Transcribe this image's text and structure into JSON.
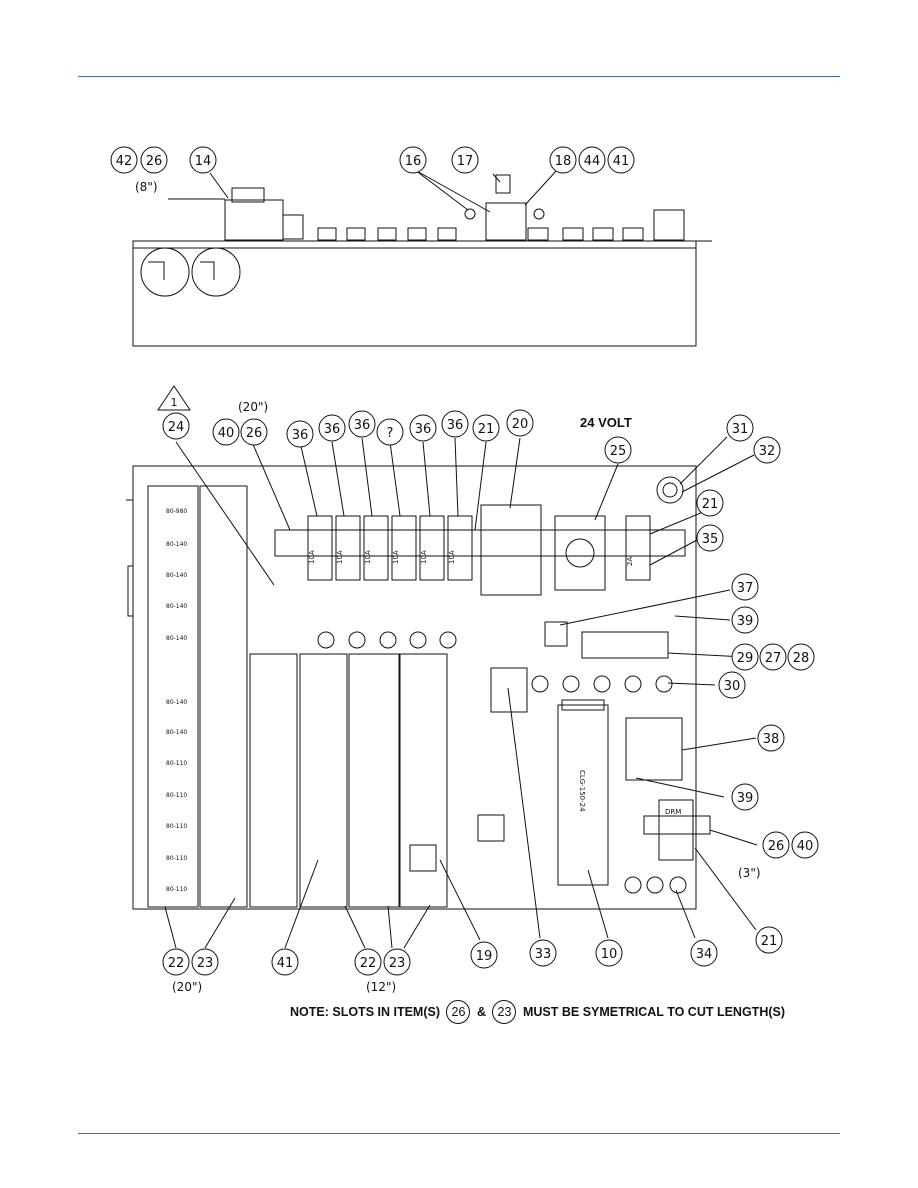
{
  "colors": {
    "rule": "#3b6bb5",
    "ink": "#111111"
  },
  "top_view": {
    "balloons": [
      "42",
      "26",
      "14",
      "16",
      "17",
      "18",
      "44",
      "41"
    ],
    "dim_8": "(8\")"
  },
  "front_view": {
    "revision_triangle": "1",
    "dim_20_top": "(20\")",
    "voltage_label": "24 VOLT",
    "balloons_top": [
      "24",
      "40",
      "26",
      "36",
      "36",
      "36",
      "?",
      "36",
      "36",
      "21",
      "20",
      "25",
      "31",
      "32",
      "21",
      "35"
    ],
    "balloons_right": [
      "37",
      "39",
      "29",
      "27",
      "28",
      "30",
      "38",
      "39",
      "26",
      "40",
      "21"
    ],
    "dim_3": "(3\")",
    "balloons_bottom": [
      "22",
      "23",
      "41",
      "22",
      "23",
      "19",
      "33",
      "10",
      "34"
    ],
    "dim_20_bottom": "(20\")",
    "dim_12": "(12\")"
  },
  "component_labels": {
    "breaker_10a": "10A",
    "breaker_2a": "2A",
    "terminal_tags": [
      "80-980",
      "80-140",
      "80-140",
      "80-140",
      "80-140",
      "80-140",
      "80-140",
      "80-110",
      "80-110",
      "80-110",
      "80-110",
      "80-110"
    ],
    "power_supply": "CLG-150-24",
    "relay_small": "DRM"
  },
  "note": {
    "prefix": "NOTE: SLOTS IN ITEM(S)",
    "item_a": "26",
    "amp": "&",
    "item_b": "23",
    "suffix": "MUST BE SYMETRICAL TO CUT LENGTH(S)"
  }
}
